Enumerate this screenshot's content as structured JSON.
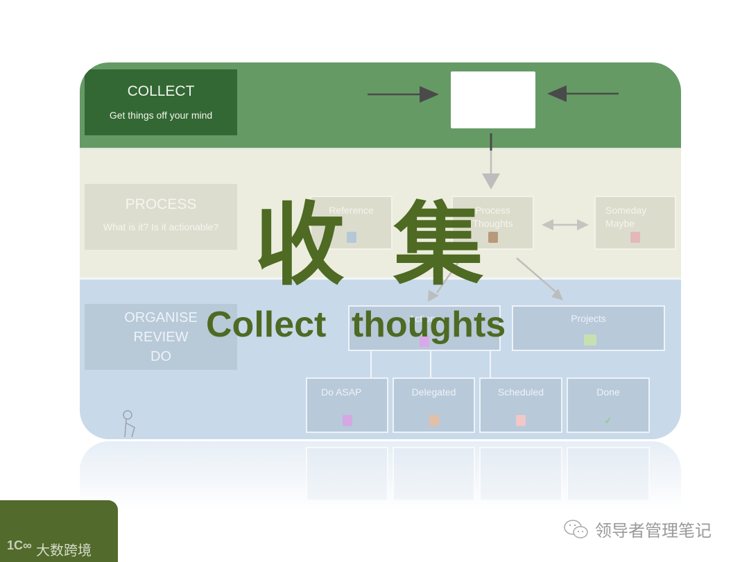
{
  "slide": {
    "collect": {
      "title": "COLLECT",
      "subtitle": "Get things off your mind"
    },
    "process": {
      "title": "PROCESS",
      "subtitle": "What is it?  Is it actionable?"
    },
    "organise": {
      "line1": "ORGANISE",
      "line2": "REVIEW",
      "line3": "DO"
    },
    "process_nodes": [
      {
        "label": "Reference",
        "icon": "filing-cabinet-icon"
      },
      {
        "label": "Process Thoughts",
        "icon": "inbox-tray-icon"
      },
      {
        "label": "Someday Maybe",
        "icon": "question-note-icon"
      }
    ],
    "organise_nodes": [
      {
        "label": "Actions",
        "icon": "gem-icon"
      },
      {
        "label": "Projects",
        "icon": "folders-icon"
      }
    ],
    "action_nodes": [
      {
        "label": "Do ASAP",
        "icon": "document-icon"
      },
      {
        "label": "Delegated",
        "icon": "hand-icon"
      },
      {
        "label": "Scheduled",
        "icon": "calendar-icon"
      },
      {
        "label": "Done",
        "icon": "checkmark-icon"
      }
    ]
  },
  "overlay": {
    "chinese_title": "收集",
    "english_title": "Collect  thoughts"
  },
  "brand": {
    "logo": "1C∞",
    "name": "大数跨境"
  },
  "watermark": {
    "text": "领导者管理笔记"
  },
  "colors": {
    "collect_band": "#659a65",
    "collect_label": "#336733",
    "process_band": "#ecedde",
    "organise_band": "#c8d9ea",
    "overlay_text": "#4e6a23",
    "brand_badge": "#526a2b"
  }
}
